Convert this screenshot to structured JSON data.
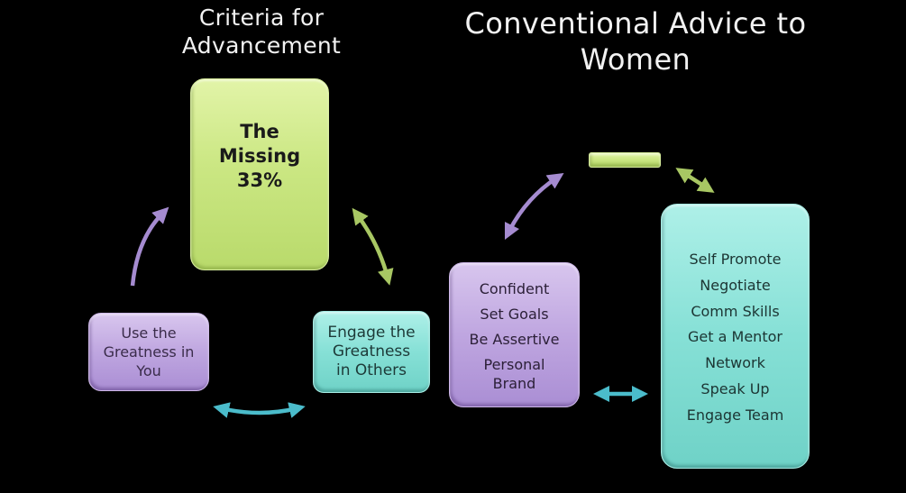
{
  "left_diagram": {
    "title": "Criteria for Advancement",
    "title_lines": [
      "Criteria for",
      "Advancement"
    ],
    "top_box": {
      "lines": [
        "The",
        "Missing",
        "33%"
      ],
      "color": "#cbe783"
    },
    "bottom_left_box": {
      "lines": [
        "Use the",
        "Greatness in",
        "You"
      ],
      "color": "#bfa6e0"
    },
    "bottom_right_box": {
      "lines": [
        "Engage the",
        "Greatness",
        "in Others"
      ],
      "color": "#86e0d6"
    },
    "arrows": [
      {
        "name": "you-to-missing",
        "type": "single",
        "color": "#a58bd0"
      },
      {
        "name": "missing-others",
        "type": "double",
        "color": "#a8c763"
      },
      {
        "name": "you-others",
        "type": "double",
        "color": "#4bbccb"
      }
    ]
  },
  "right_diagram": {
    "title": "Conventional Advice to Women",
    "title_lines": [
      "Conventional Advice to",
      "Women"
    ],
    "left_box": {
      "items": [
        "Confident",
        "Set Goals",
        "Be Assertive",
        "Personal Brand"
      ],
      "item_lines": [
        [
          "Confident"
        ],
        [
          "Set Goals"
        ],
        [
          "Be Assertive"
        ],
        [
          "Personal",
          "Brand"
        ]
      ],
      "color": "#bfa6e0"
    },
    "top_bar": {
      "label": "",
      "color": "#cbe783"
    },
    "right_box": {
      "items": [
        "Self Promote",
        "Negotiate",
        "Comm Skills",
        "Get a Mentor",
        "Network",
        "Speak Up",
        "Engage Team"
      ],
      "color": "#86e0d6"
    },
    "arrows": [
      {
        "name": "personal-bar",
        "type": "double",
        "color": "#a58bd0"
      },
      {
        "name": "bar-external",
        "type": "double",
        "color": "#a8c763"
      },
      {
        "name": "personal-external",
        "type": "double",
        "color": "#4bbccb"
      }
    ]
  },
  "footer": {
    "text": ""
  },
  "colors": {
    "background": "#000000",
    "title_text": "#f2f2f2",
    "green": "#cbe783",
    "purple": "#bfa6e0",
    "teal": "#86e0d6"
  }
}
